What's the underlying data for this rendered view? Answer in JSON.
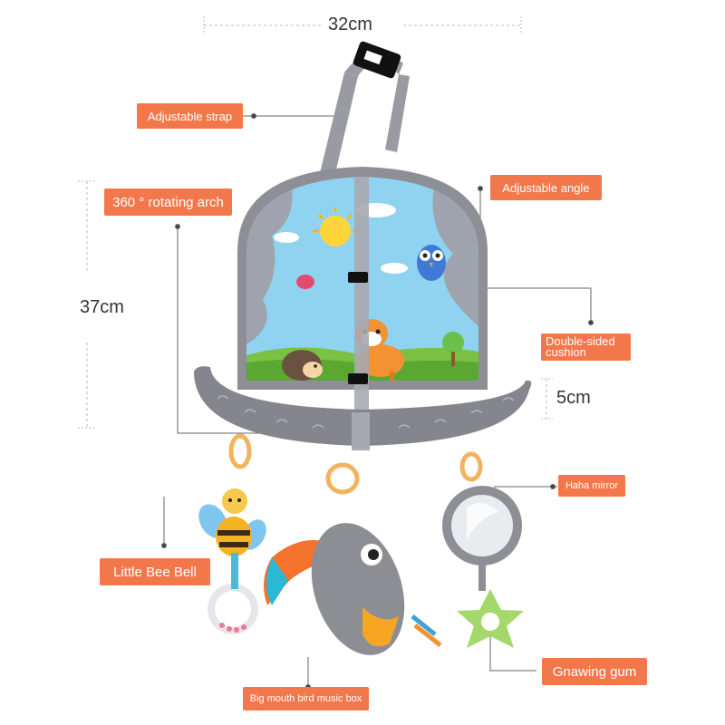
{
  "dimensions": {
    "width": "32cm",
    "height": "37cm",
    "depth": "5cm"
  },
  "labels": {
    "adjustable_strap": "Adjustable strap",
    "rotating_arch": "360 ° rotating arch",
    "adjustable_angle": "Adjustable angle",
    "double_sided_cushion": "Double-sided cushion",
    "haha_mirror": "Haha mirror",
    "little_bee_bell": "Little Bee Bell",
    "gnawing_gum": "Gnawing gum",
    "big_mouth_bird": "Big mouth bird music box"
  },
  "colors": {
    "tag_background": "#f2784b",
    "tag_text": "#ffffff",
    "leader_line": "#666666",
    "dimension_line": "#bbbbbb",
    "frame_gray": "#8e8f96",
    "sky_blue": "#8fd3f0",
    "grass_green": "#7bc144"
  }
}
